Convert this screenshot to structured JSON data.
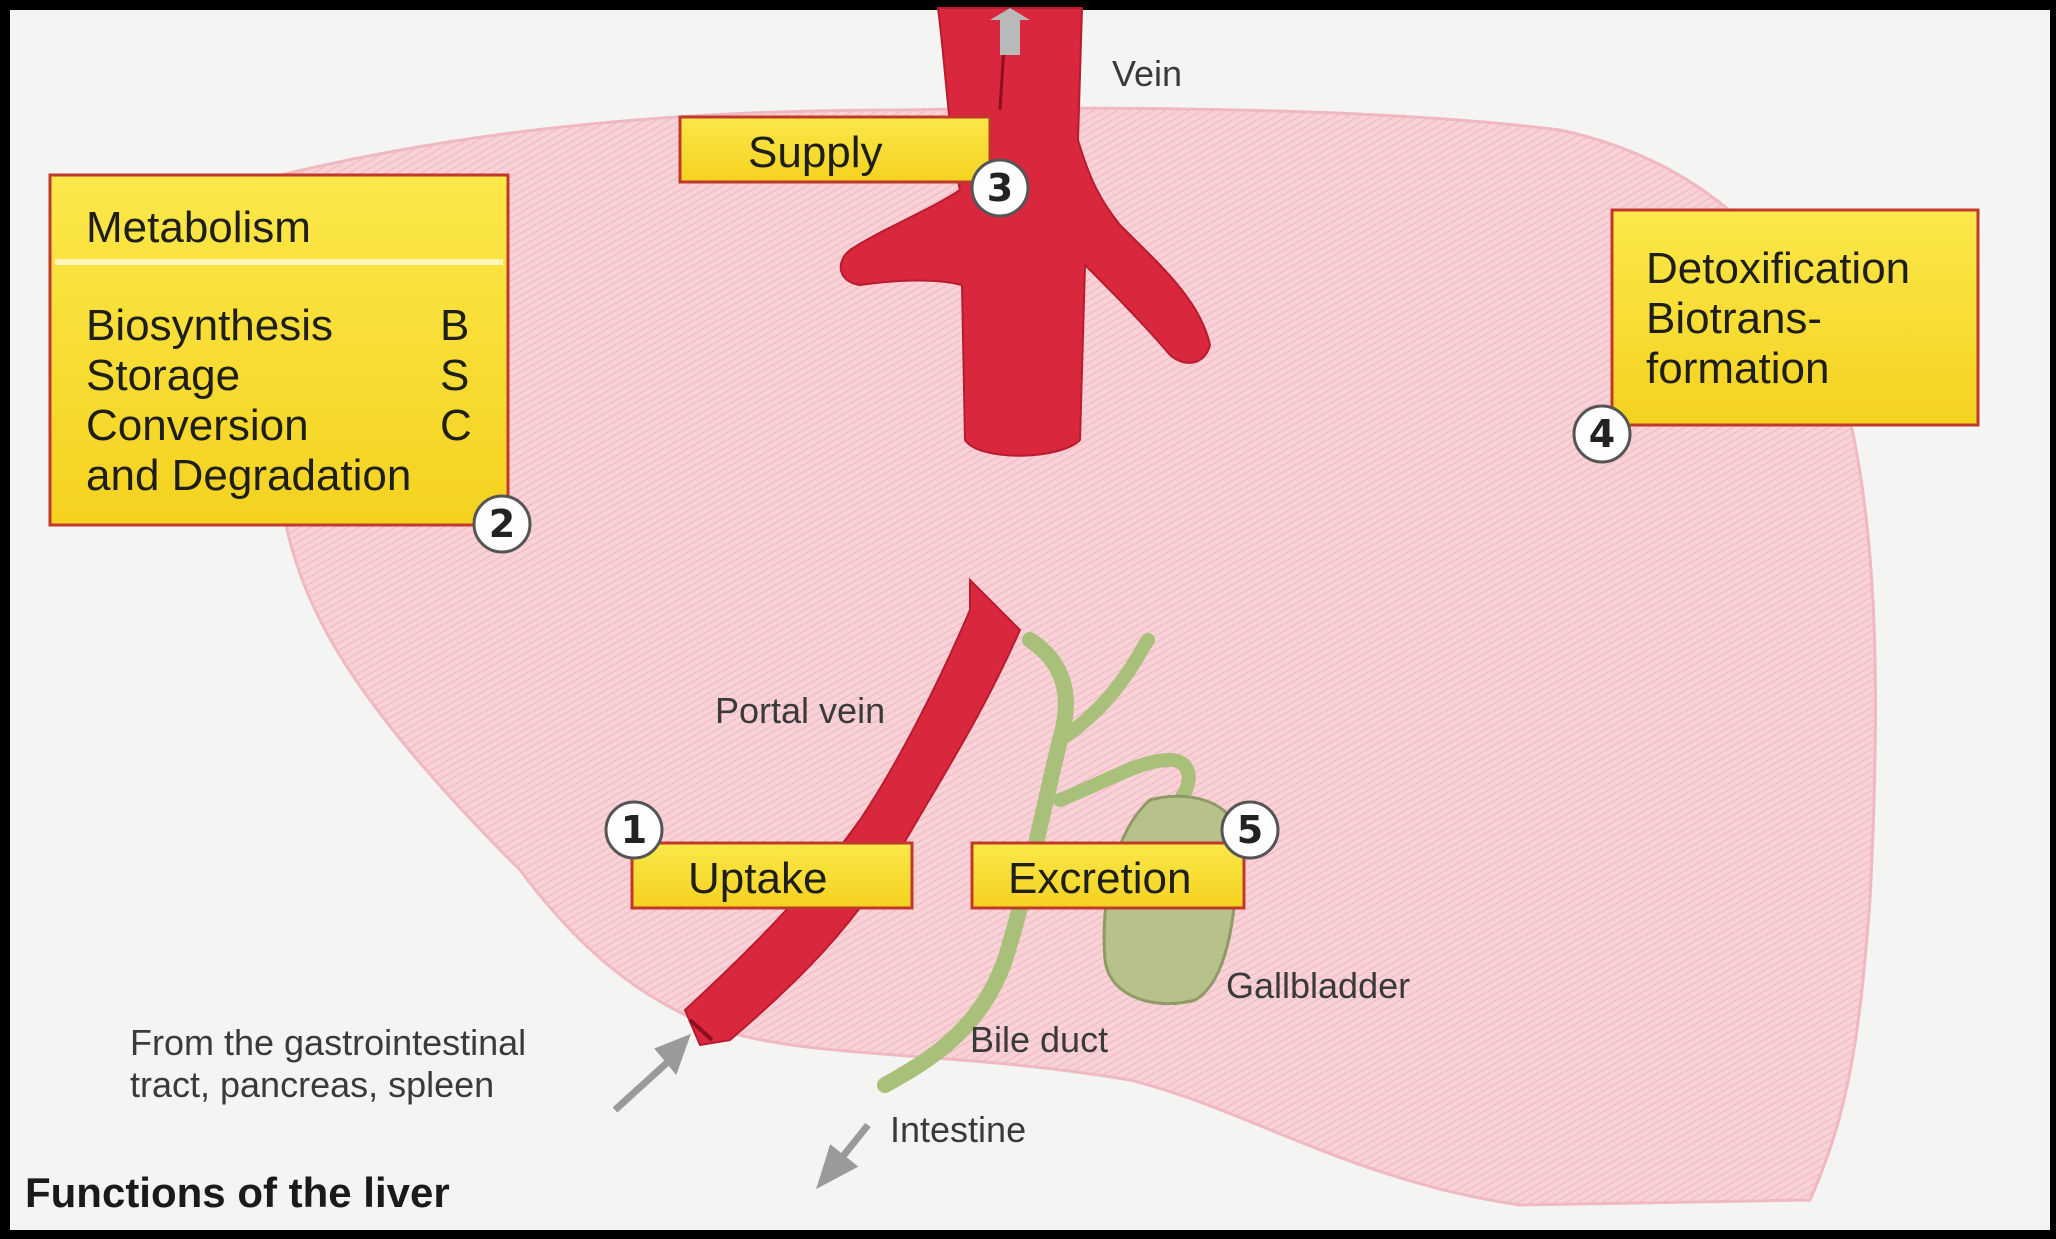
{
  "title": "Functions of the liver",
  "labels": {
    "vein": "Vein",
    "portal_vein": "Portal vein",
    "gallbladder": "Gallbladder",
    "bile_duct": "Bile duct",
    "intestine": "Intestine",
    "source_line1": "From the gastrointestinal",
    "source_line2": "tract, pancreas, spleen"
  },
  "boxes": {
    "metabolism": {
      "number": "2",
      "heading": "Metabolism",
      "items": [
        {
          "text": "Biosynthesis",
          "code": "B"
        },
        {
          "text": "Storage",
          "code": "S"
        },
        {
          "text": "Conversion",
          "code": "C"
        },
        {
          "text": "and Degradation",
          "code": ""
        }
      ]
    },
    "supply": {
      "number": "3",
      "label": "Supply"
    },
    "detox": {
      "number": "4",
      "lines": [
        "Detoxification",
        "Biotrans-",
        "formation"
      ]
    },
    "uptake": {
      "number": "1",
      "label": "Uptake"
    },
    "excretion": {
      "number": "5",
      "label": "Excretion"
    }
  },
  "colors": {
    "liver": "#f6c9cf",
    "vessel": "#d9283e",
    "bile": "#a9c07a",
    "gallbladder": "#b7c18a",
    "box_fill": "#f7de2c",
    "box_border": "#c0392b"
  }
}
